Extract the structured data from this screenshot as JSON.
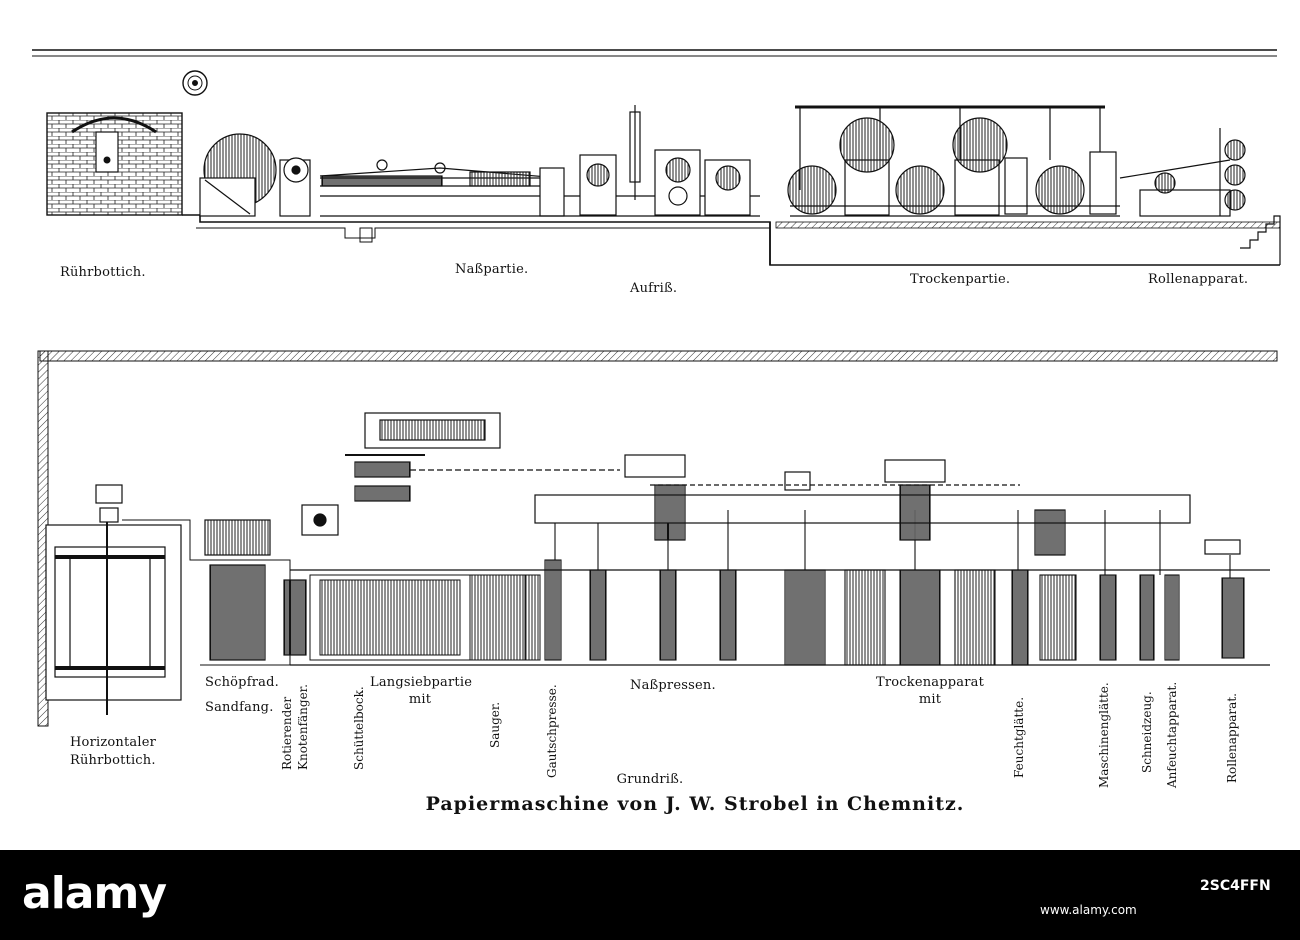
{
  "colors": {
    "ink": "#111111",
    "paper": "#ffffff",
    "strip": "#000000",
    "hatch": "#444444"
  },
  "elevation": {
    "view_label": "Aufriß.",
    "labels": {
      "ruehrbottich": "Rührbottich.",
      "nasspartie": "Naßpartie.",
      "trockenpartie": "Trockenpartie.",
      "rollenapparat": "Rollenapparat."
    }
  },
  "plan": {
    "view_label": "Grundriß.",
    "labels": {
      "horizontaler_line1": "Horizontaler",
      "horizontaler_line2": "Rührbottich.",
      "schoepfrad": "Schöpfrad.",
      "sandfang": "Sandfang.",
      "rotierender_line1": "Rotierender",
      "rotierender_line2": "Knotenfänger.",
      "schuettelbock": "Schüttelbock.",
      "langsiebpartie_line1": "Langsiebpartie",
      "langsiebpartie_line2": "mit",
      "sauger": "Sauger.",
      "gautschpresse": "Gautschpresse.",
      "nasspressen": "Naßpressen.",
      "trockenapparat_line1": "Trockenapparat",
      "trockenapparat_line2": "mit",
      "feuchtglaette": "Feuchtglätte.",
      "maschinenglaette": "Maschinenglätte.",
      "schneidzeug": "Schneidzeug.",
      "anfeuchtapparat": "Anfeuchtapparat.",
      "rollenapparat": "Rollenapparat."
    }
  },
  "title": "Papiermaschine von J. W. Strobel in Chemnitz.",
  "watermark": {
    "logo_text": "alamy",
    "image_code": "2SC4FFN",
    "site": "www.alamy.com"
  }
}
